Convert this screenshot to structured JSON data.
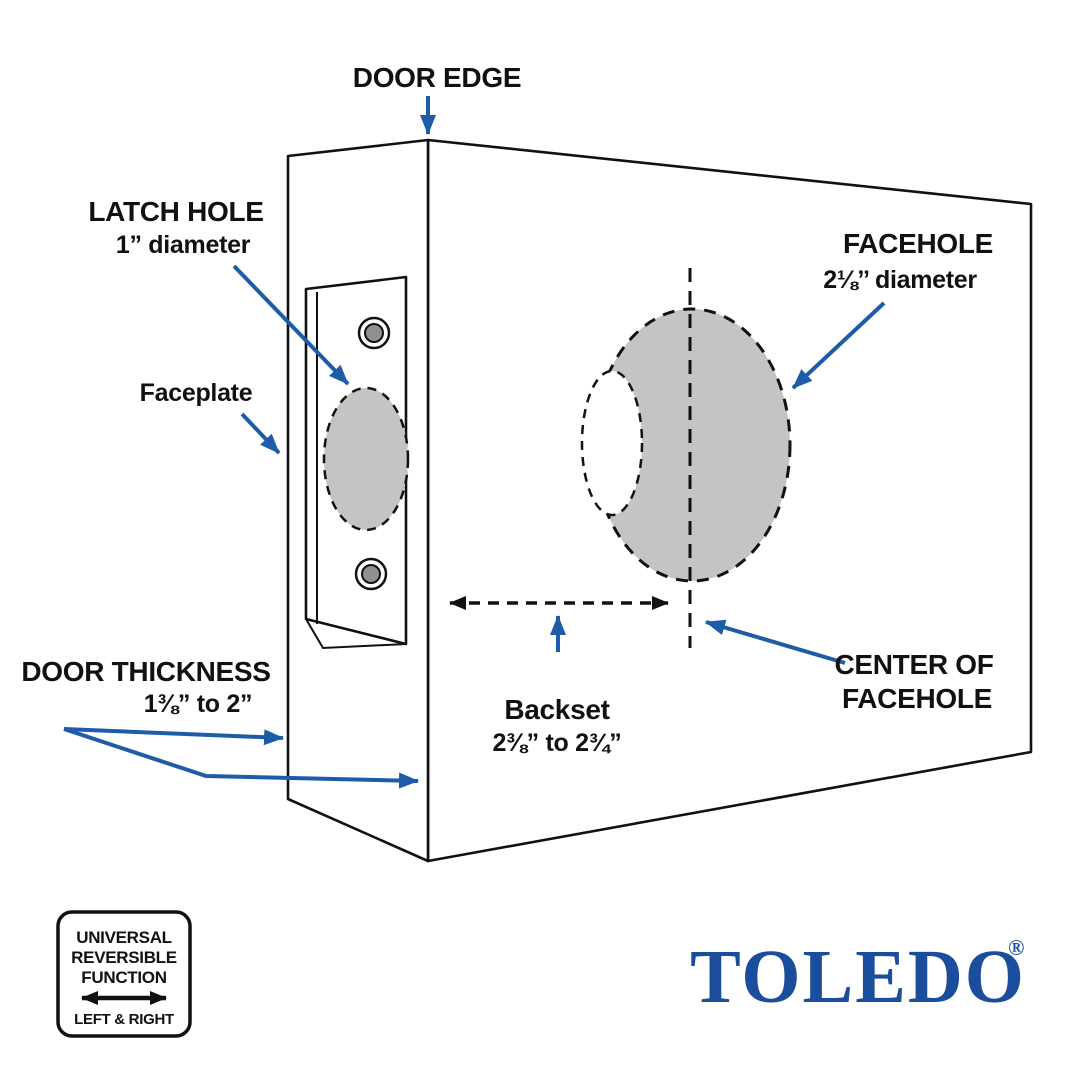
{
  "diagram": {
    "door_edge_label": "DOOR EDGE",
    "latch_hole_label_1": "LATCH HOLE",
    "latch_hole_label_2": "1” diameter",
    "faceplate_label": "Faceplate",
    "facehole_label_1": "FACEHOLE",
    "facehole_label_2": "2⅛’’ diameter",
    "center_label_1": "CENTER OF",
    "center_label_2": "FACEHOLE",
    "backset_label_1": "Backset",
    "backset_label_2": "2⅜” to 2¾”",
    "thickness_label_1": "DOOR THICKNESS",
    "thickness_label_2": "1⅜” to 2”",
    "colors": {
      "arrow_blue": "#1e5ba8",
      "hole_gray": "#c4c4c4",
      "outline_black": "#111111",
      "logo_blue": "#1a4e9c"
    }
  },
  "badge": {
    "line1": "UNIVERSAL",
    "line2": "REVERSIBLE",
    "line3": "FUNCTION",
    "line4": "LEFT & RIGHT"
  },
  "logo": {
    "text": "TOLEDO",
    "registered": "®"
  }
}
